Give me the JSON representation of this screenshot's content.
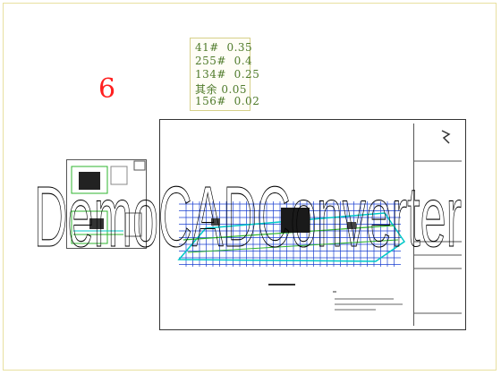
{
  "legend": {
    "rows": [
      {
        "code": "41#",
        "value": "0.35"
      },
      {
        "code": "255#",
        "value": "0.4"
      },
      {
        "code": "134#",
        "value": "0.25"
      },
      {
        "code": "其余",
        "value": "0.05"
      },
      {
        "code": "156#",
        "value": "0.02"
      }
    ]
  },
  "drawing_number": "6",
  "watermark_text": "DemoCADConverter",
  "colors": {
    "legend_text": "#4f7a2a",
    "drawing_number": "#ff2020",
    "grid": "#1a3fd1",
    "cyan": "#00c8c8",
    "green": "#2fb52f",
    "frame": "#e8e0a0"
  }
}
